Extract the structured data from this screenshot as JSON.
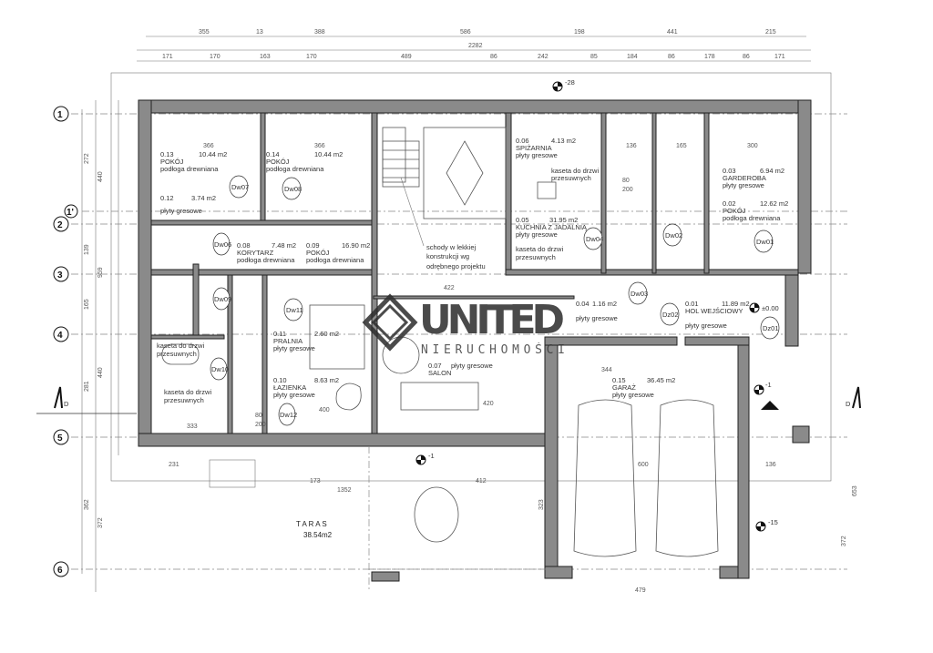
{
  "plan": {
    "top_dims_row1": [
      "355",
      "13",
      "388",
      "586",
      "198",
      "441",
      "215"
    ],
    "top_total": "2282",
    "top_dims_row3": [
      "171",
      "170",
      "163",
      "170",
      "489",
      "86",
      "242",
      "85",
      "184",
      "86",
      "178",
      "86",
      "171"
    ],
    "left_dims": [
      "272",
      "440",
      "139",
      "959",
      "165",
      "440",
      "281",
      "362",
      "372"
    ],
    "axes": [
      "1",
      "1'",
      "2",
      "3",
      "4",
      "5",
      "6"
    ],
    "section_mark": "D",
    "rooms": [
      {
        "num": "0.13",
        "name": "POKÓJ",
        "area": "10.44 m2",
        "floor": "podłoga drewniana"
      },
      {
        "num": "0.14",
        "name": "POKÓJ",
        "area": "10.44 m2",
        "floor": "podłoga drewniana"
      },
      {
        "num": "0.12",
        "area": "3.74 m2",
        "floor": "płyty gresowe"
      },
      {
        "num": "0.08",
        "name": "KORYTARZ",
        "area": "7.48 m2",
        "floor": "podłoga drewniana"
      },
      {
        "num": "0.09",
        "name": "POKÓJ",
        "area": "16.90 m2",
        "floor": "podłoga drewniana"
      },
      {
        "num": "0.06",
        "name": "SPIŻARNIA",
        "area": "4.13 m2",
        "floor": "płyty gresowe"
      },
      {
        "num": "0.05",
        "name": "KUCHNIA Z JADALNIĄ",
        "area": "31.95 m2",
        "floor": "płyty gresowe"
      },
      {
        "num": "0.03",
        "name": "GARDEROBA",
        "area": "6.94 m2",
        "floor": "płyty gresowe"
      },
      {
        "num": "0.02",
        "name": "POKÓJ",
        "area": "12.62 m2",
        "floor": "podłoga drewniana"
      },
      {
        "num": "0.11",
        "name": "PRALNIA",
        "area": "2.60 m2",
        "floor": "płyty gresowe"
      },
      {
        "num": "0.10",
        "name": "ŁAZIENKA",
        "area": "8.63 m2",
        "floor": "płyty gresowe"
      },
      {
        "num": "0.07",
        "name": "SALON",
        "floor": "płyty gresowe"
      },
      {
        "num": "0.04",
        "area": "1.16 m2",
        "floor": "płyty gresowe"
      },
      {
        "num": "0.01",
        "name": "HOL WEJŚCIOWY",
        "area": "11.89 m2",
        "floor": "płyty gresowe"
      },
      {
        "num": "0.15",
        "name": "GARAŻ",
        "area": "36.45 m2",
        "floor": "płyty gresowe"
      }
    ],
    "terrace": {
      "name": "T A R A S",
      "area": "38.54m2"
    },
    "notes": {
      "stairs": [
        "schody w lekkiej",
        "konstrukcji wg",
        "odrębnego projektu"
      ],
      "cassette": [
        "kaseta do drzwi",
        "przesuwnych"
      ]
    },
    "doors": [
      "Dw01",
      "Dw02",
      "Dw03",
      "Dw04",
      "Dw06",
      "Dw07",
      "Dw08",
      "Dw09",
      "Dw10",
      "Dw11",
      "Dw12",
      "Dz01",
      "Dz02"
    ],
    "door_size": [
      "80",
      "200"
    ],
    "levels": [
      "±0.00",
      "-1",
      "-15",
      "-28"
    ],
    "misc_dims": [
      "366",
      "366",
      "136",
      "165",
      "300",
      "422",
      "344",
      "600",
      "479",
      "136",
      "323",
      "412",
      "173",
      "231",
      "333",
      "400",
      "420",
      "1352",
      "653",
      "372"
    ]
  },
  "logo": {
    "title": "UNITED",
    "subtitle": "NIERUCHOMOŚCI"
  }
}
